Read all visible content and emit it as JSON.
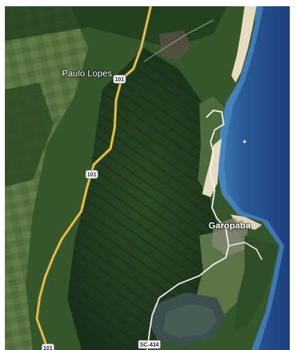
{
  "map": {
    "type": "satellite",
    "places": {
      "paulo_lopes": "Paulo Lopes",
      "garopaba": "Garopaba"
    },
    "shields": {
      "br101_north": "101",
      "br101_mid": "101",
      "br101_south": "101",
      "sc434": "SC-434"
    },
    "colors": {
      "ocean_deep": "#1d3f7c",
      "ocean_shallow": "#3f7db5",
      "forest_dark": "#1f3b1c",
      "forest_mid": "#35552a",
      "farmland": "#5f7a45",
      "sand": "#e6dcc2",
      "highway": "#e6c75a",
      "road": "#f2f2f2",
      "lagoon": "#3c4f4a"
    }
  }
}
